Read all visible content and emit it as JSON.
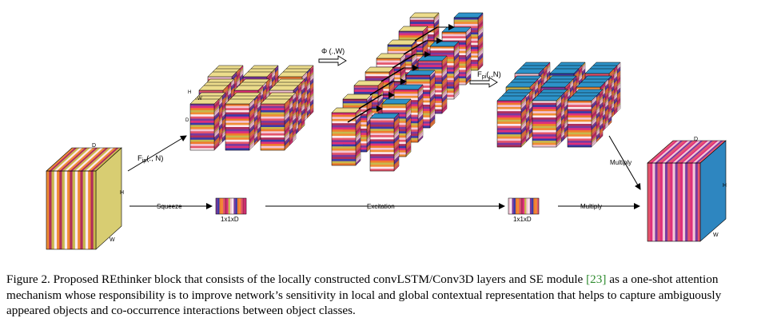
{
  "colors": {
    "stripe_palette": [
      "#e0307a",
      "#f08c34",
      "#7a3a9e",
      "#c8b84c",
      "#e4556b",
      "#3a3aa8",
      "#f3c6d6",
      "#b02e5a",
      "#ef7a2e",
      "#fbe9ee"
    ],
    "top_yellow": "#ecdc8c",
    "top_blue": "#2d93c9",
    "side_yellow": "#d8cd72",
    "side_blue": "#2e86c0"
  },
  "labels": {
    "input_d": "D",
    "input_h": "H",
    "input_w": "W",
    "stack_h": "H",
    "stack_w": "W",
    "stack_d": "D",
    "f_ip_main": "F",
    "f_ip_sub": "ip",
    "f_ip_args": "(., N)",
    "phi": "Φ (.,W)",
    "f_pi_main": "F",
    "f_pi_sub": "pi",
    "f_pi_args": "(.,N)",
    "multiply_top": "Multiply",
    "squeeze": "Squeeze",
    "excitation": "Excitation",
    "multiply_bottom": "Multiply",
    "vec1": "1x1xD",
    "vec2": "1x1xD",
    "output_d": "D",
    "output_h": "H",
    "output_w": "W"
  },
  "caption": {
    "prefix": "Figure 2.  Proposed REthinker block that consists of the locally constructed convLSTM/Conv3D layers and SE module ",
    "cite": "[23]",
    "suffix": " as a one-shot attention mechanism whose responsibility is to improve network’s sensitivity in local and global contextual representation that helps to capture ambiguously appeared objects and co-occurrence interactions between object classes."
  }
}
